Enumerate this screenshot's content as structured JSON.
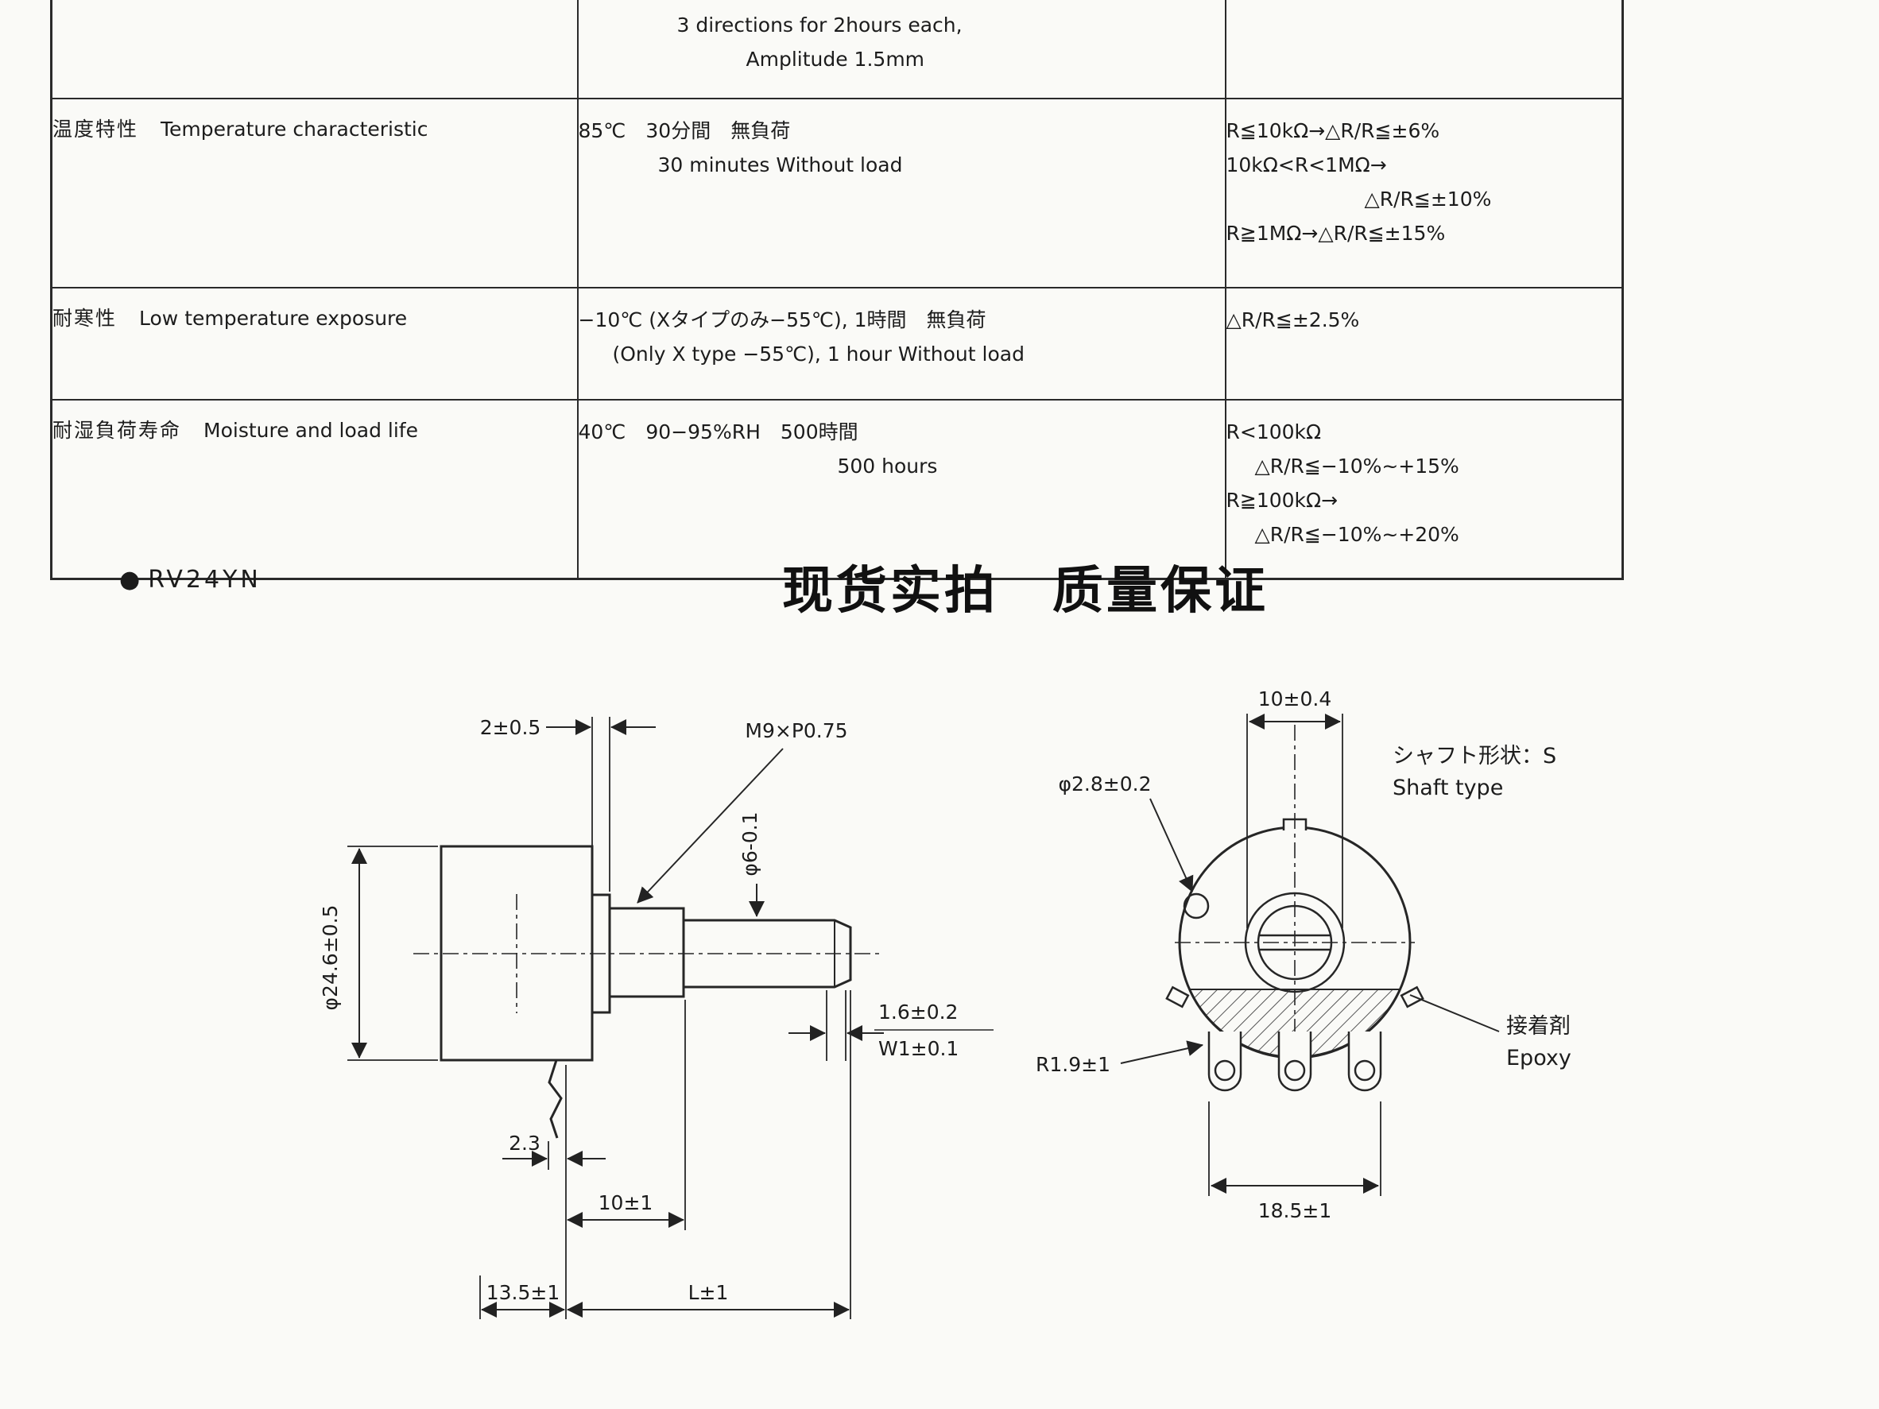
{
  "spec_table": {
    "rows": [
      {
        "jp": "",
        "en": "",
        "cond": [
          "3 directions for 2hours each,",
          "Amplitude 1.5mm"
        ],
        "res": []
      },
      {
        "jp": "温度特性",
        "en": "Temperature characteristic",
        "cond": [
          "85℃　30分間　無負荷",
          "30 minutes Without load"
        ],
        "res": [
          "R≦10kΩ→△R/R≦±6%",
          "10kΩ<R<1MΩ→",
          "△R/R≦±10%",
          "R≧1MΩ→△R/R≦±15%"
        ]
      },
      {
        "jp": "耐寒性",
        "en": "Low temperature exposure",
        "cond": [
          "−10℃ (Xタイプのみ−55℃), 1時間　無負荷",
          "(Only X type −55℃), 1 hour Without load"
        ],
        "res": [
          "△R/R≦±2.5%"
        ]
      },
      {
        "jp": "耐湿負荷寿命",
        "en": "Moisture and load life",
        "cond": [
          "40℃　90−95%RH　500時間",
          "500 hours"
        ],
        "res": [
          "R<100kΩ",
          "△R/R≦−10%~+15%",
          "R≧100kΩ→",
          "△R/R≦−10%~+20%"
        ]
      }
    ]
  },
  "header": {
    "bullet": "●",
    "model": "RV24YN",
    "title": "现货实拍　质量保证"
  },
  "side_view": {
    "dim_gap": "2±0.5",
    "dim_thread": "M9×P0.75",
    "dim_shaft_dia": "φ6-0.1",
    "dim_body_dia": "φ24.6±0.5",
    "dim_slot_depth": "1.6±0.2",
    "dim_slot_width": "W1±0.1",
    "dim_terminal": "2.3",
    "dim_bushing": "10±1",
    "dim_body_depth": "13.5±1",
    "dim_shaft_len": "L±1"
  },
  "front_view": {
    "dim_flat": "10±0.4",
    "dim_hole": "φ2.8±0.2",
    "dim_radius": "R1.9±1",
    "dim_spread": "18.5±1",
    "shaft_jp": "シャフト形状：S",
    "shaft_en": "Shaft type",
    "epoxy_jp": "接着剤",
    "epoxy_en": "Epoxy"
  }
}
